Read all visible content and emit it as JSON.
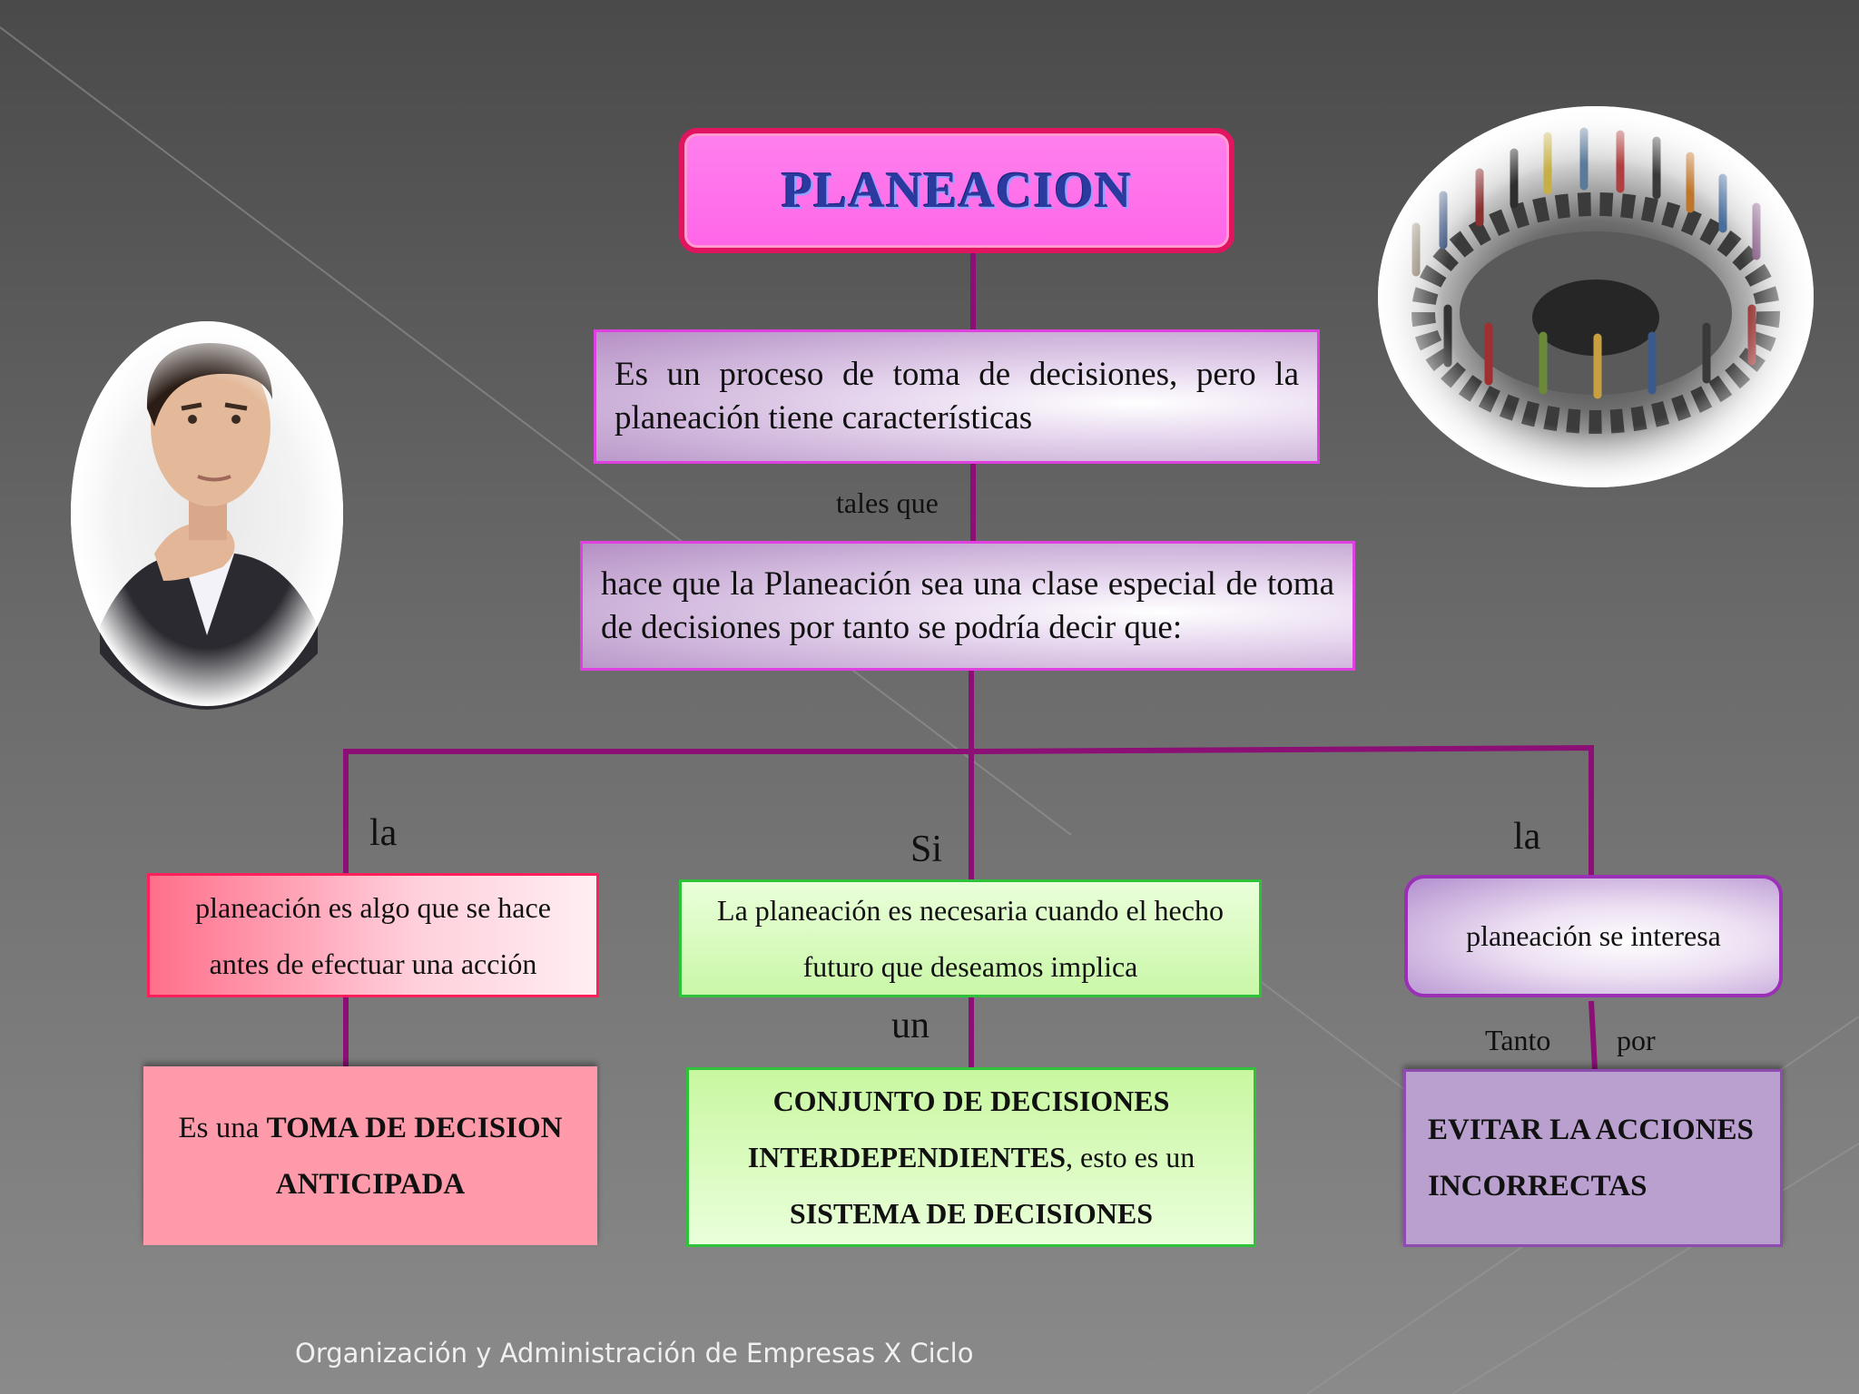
{
  "title": "PLANEACION",
  "definition": "Es  un proceso de toma de decisiones, pero la planeación tiene características",
  "connector_tales": "tales que",
  "special": "hace que la Planeación sea una clase especial de toma de decisiones por tanto se podría decir que:",
  "branches": {
    "left": {
      "connector": "la",
      "text_line1": "planeación es algo que se hace",
      "text_line2": "antes de efectuar una acción",
      "result_prefix": "Es una ",
      "result_bold1": "TOMA DE DECISION",
      "result_bold2": "ANTICIPADA"
    },
    "center": {
      "connector": "Si",
      "text_line1": "La planeación es necesaria cuando el hecho",
      "text_line2": "futuro que deseamos implica",
      "connector2": "un",
      "result_bold1": "CONJUNTO DE DECISIONES",
      "result_bold2": "INTERDEPENDIENTES",
      "result_mid": ", esto es un",
      "result_bold3": "SISTEMA DE DECISIONES"
    },
    "right": {
      "connector": "la",
      "text": "planeación se interesa",
      "connector2a": "Tanto",
      "connector2b": "por",
      "result_line1": "EVITAR LA ACCIONES",
      "result_line2": "INCORRECTAS"
    }
  },
  "footer": "Organización y Administración de Empresas X Ciclo",
  "colors": {
    "connector_lines": "#8b0f74",
    "title_border": "#e0145f",
    "title_fill": "#ff70ec",
    "title_text": "#2a3a9e"
  }
}
